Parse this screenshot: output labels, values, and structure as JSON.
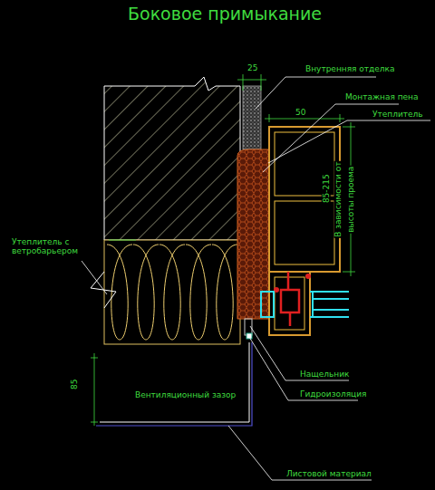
{
  "diagram": {
    "title": "Боковое примыкание",
    "labels": [
      "Внутренняя отделка",
      "25",
      "Монтажная пена",
      "50",
      "Утеплитель",
      "85-215",
      "В зависимости от",
      "высоты проема",
      "Утеплитель с ветробарьером",
      "85",
      "Вентиляционный зазор",
      "Нащельник",
      "Гидроизоляция",
      "Листовой материал"
    ]
  }
}
